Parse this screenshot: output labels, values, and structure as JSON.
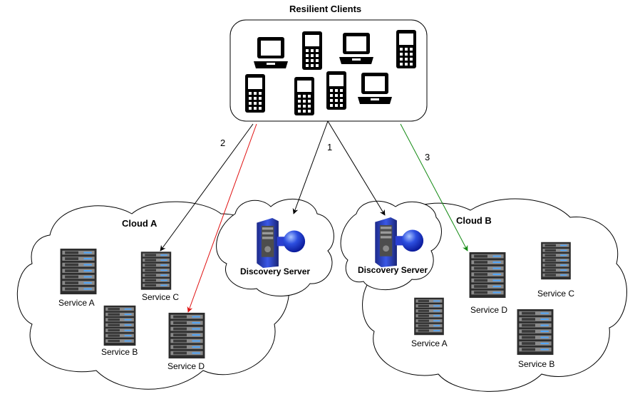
{
  "title": "Resilient Clients",
  "edges": [
    {
      "label": "1"
    },
    {
      "label": "2"
    },
    {
      "label": "3"
    }
  ],
  "cloud_a": {
    "name": "Cloud A",
    "discovery": "Discovery Server",
    "services": [
      "Service A",
      "Service C",
      "Service B",
      "Service D"
    ]
  },
  "cloud_b": {
    "name": "Cloud B",
    "discovery": "Discovery Server",
    "services": [
      "Service D",
      "Service C",
      "Service A",
      "Service B"
    ]
  },
  "colors": {
    "arrow_default": "#000000",
    "arrow_red": "#e01010",
    "arrow_green": "#138a13",
    "discovery_blue": "#2a3fd1"
  },
  "icons": {
    "laptop": "laptop-icon",
    "phone": "mobile-phone-icon",
    "server": "server-rack-icon",
    "discovery": "discovery-server-icon"
  }
}
